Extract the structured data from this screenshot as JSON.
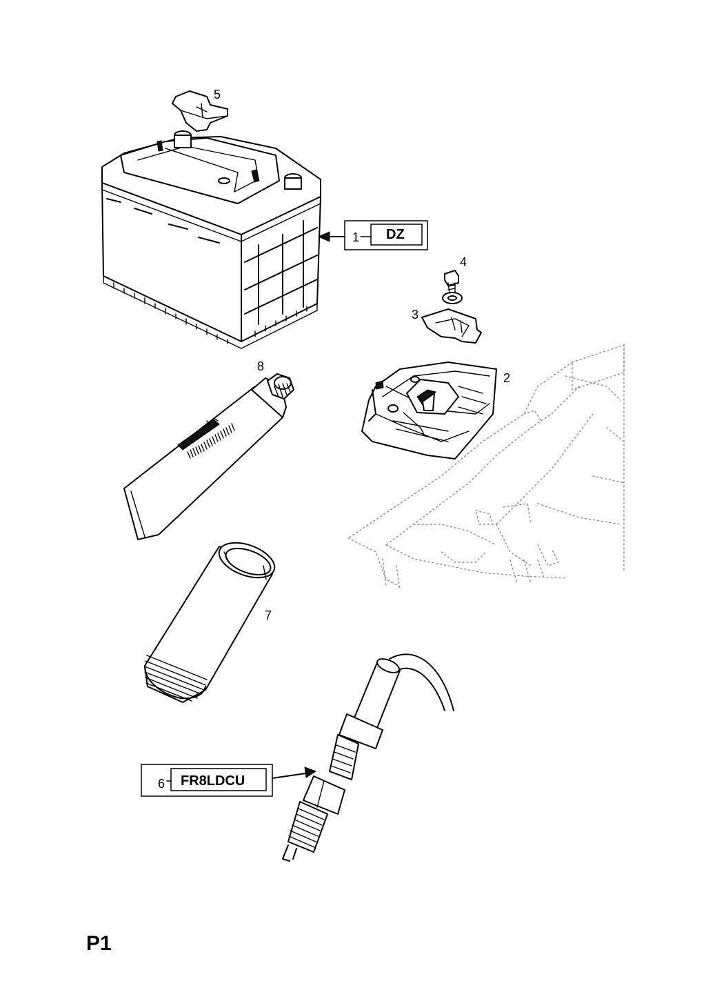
{
  "page_code": "P1",
  "callouts": {
    "c1": "1",
    "c2": "2",
    "c3": "3",
    "c4": "4",
    "c5": "5",
    "c6": "6",
    "c7": "7",
    "c8": "8"
  },
  "part_codes": {
    "battery": "DZ",
    "spark_plug": "FR8LDCU"
  }
}
